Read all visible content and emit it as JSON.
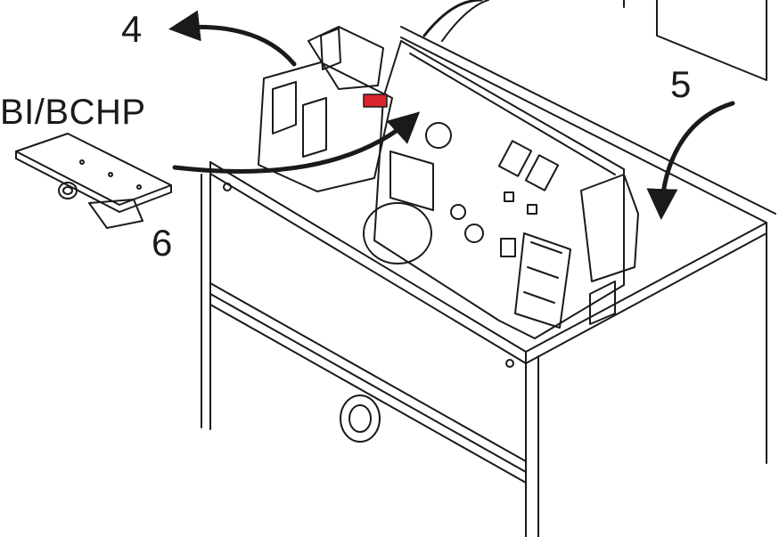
{
  "labels": {
    "step4": "4",
    "step5": "5",
    "step6": "6",
    "board": "BI/BCHP"
  },
  "colors": {
    "ink": "#1a1a1a",
    "background": "#ffffff",
    "accent": "#d9262c"
  }
}
